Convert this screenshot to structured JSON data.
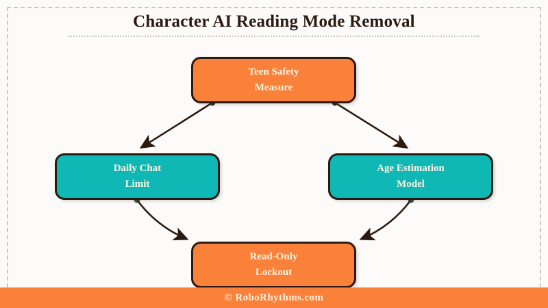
{
  "diagram": {
    "title": "Character AI Reading Mode Removal",
    "background_color": "#fdfbfa",
    "frame_color": "#c9c5c2",
    "node_border_color": "#2b1a10",
    "node_text_color": "#fdf4e3",
    "orange": "#f9813a",
    "teal": "#0fb8b5",
    "nodes": [
      {
        "id": "teen-safety-measure",
        "line1": "Teen Safety",
        "line2": "Measure",
        "color": "#f9813a"
      },
      {
        "id": "daily-chat-limit",
        "line1": "Daily Chat",
        "line2": "Limit",
        "color": "#0fb8b5"
      },
      {
        "id": "age-estimation-model",
        "line1": "Age Estimation",
        "line2": "Model",
        "color": "#0fb8b5"
      },
      {
        "id": "read-only-lockout",
        "line1": "Read-Only",
        "line2": "Lockout",
        "color": "#f9813a"
      }
    ],
    "edges": [
      {
        "from": "teen-safety-measure",
        "to": "daily-chat-limit"
      },
      {
        "from": "teen-safety-measure",
        "to": "age-estimation-model"
      },
      {
        "from": "daily-chat-limit",
        "to": "read-only-lockout"
      },
      {
        "from": "age-estimation-model",
        "to": "read-only-lockout"
      }
    ]
  },
  "footer": {
    "text": "© RoboRhythms.com",
    "background_color": "#f9813a",
    "text_color": "#fdf4e3"
  }
}
